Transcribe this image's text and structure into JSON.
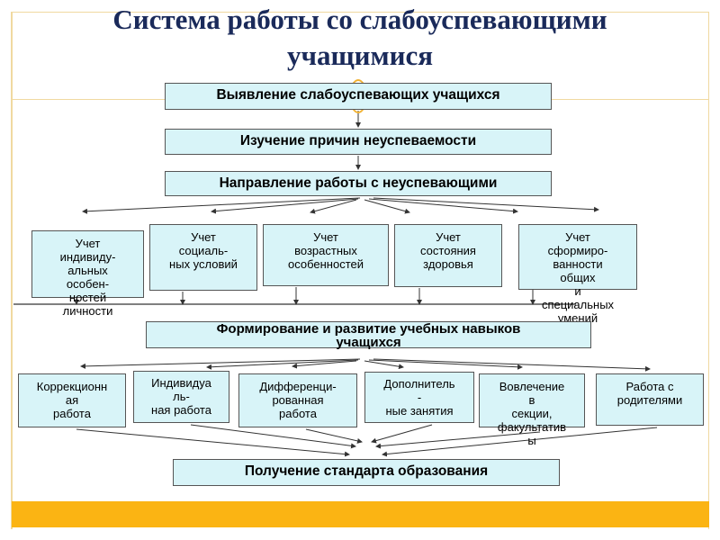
{
  "title": [
    "Система работы со слабоуспевающими",
    "учащимися"
  ],
  "steps": {
    "identify": "Выявление слабоуспевающих учащихся",
    "study": "Изучение причин неуспеваемости",
    "direction": "Направление работы с неуспевающими"
  },
  "accounting": [
    [
      "Учет",
      "индивиду-",
      "альных",
      "особен-",
      "ностей",
      "личности"
    ],
    [
      "Учет",
      "социаль-",
      "ных условий"
    ],
    [
      "Учет",
      "возрастных",
      "особенностей"
    ],
    [
      "Учет",
      "состояния",
      "здоровья"
    ],
    [
      "Учет",
      "сформиро-",
      "ванности",
      "общих",
      "и",
      "специальных",
      "умений"
    ]
  ],
  "formation": [
    "Формирование и развитие учебных навыков",
    "учащихся"
  ],
  "work_forms": [
    [
      "Коррекционн",
      "ая",
      "работа"
    ],
    [
      "Индивидуа",
      "ль-",
      "ная работа"
    ],
    [
      "Дифференци-",
      "рованная",
      "работа"
    ],
    [
      "Дополнитель",
      "-",
      "ные занятия"
    ],
    [
      "Вовлечение",
      "в",
      "секции,",
      "факультатив",
      "ы"
    ],
    [
      "Работа с",
      "родителями"
    ]
  ],
  "result": "Получение стандарта образования"
}
